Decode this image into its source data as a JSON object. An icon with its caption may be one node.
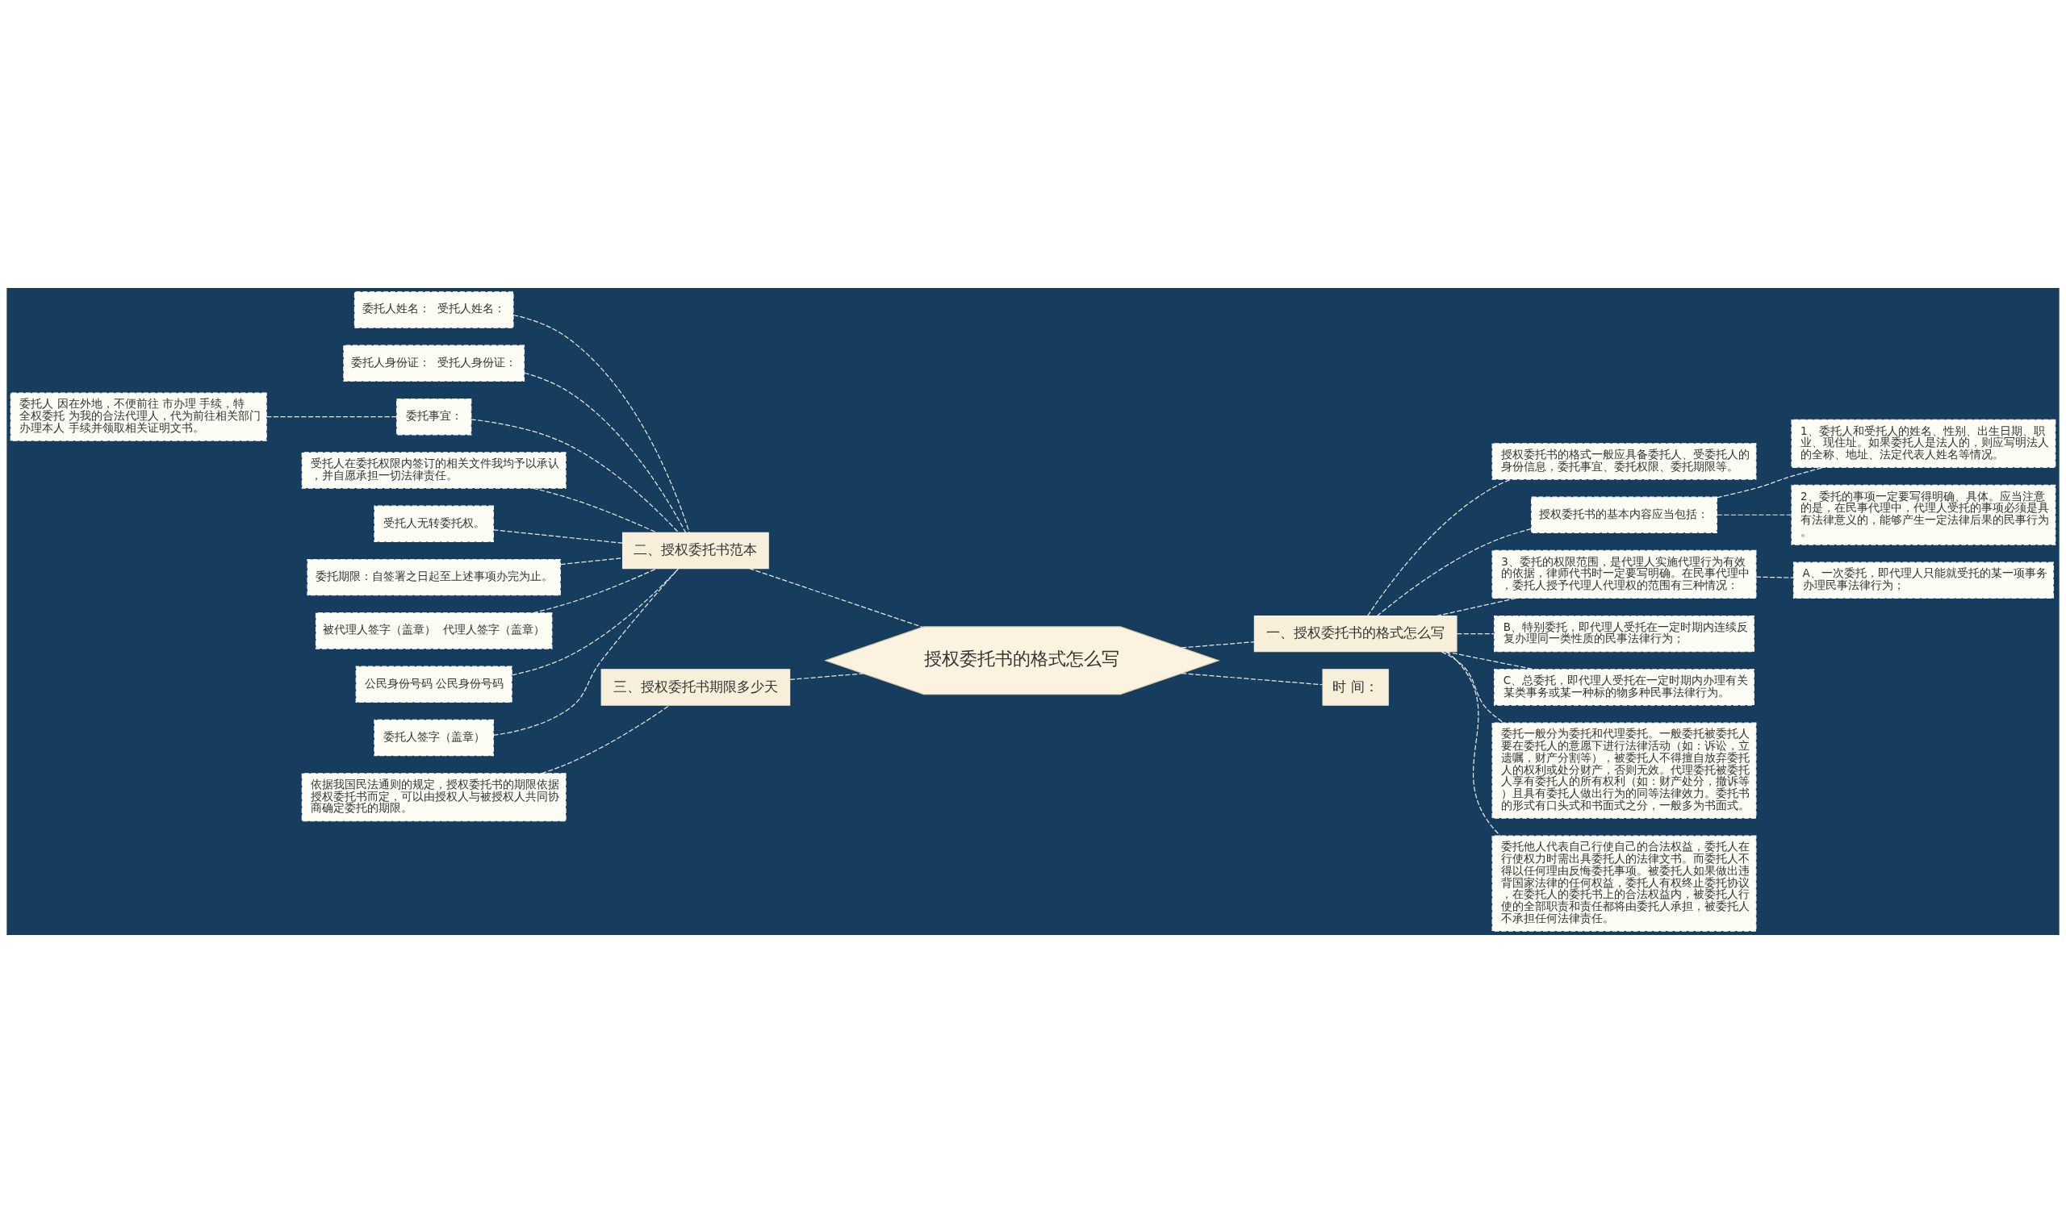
{
  "diagram": {
    "nodes": [
      {
        "text": [
          "授权委托书的格式怎么写"
        ]
      },
      {
        "text": [
          "一、授权委托书的格式怎么写"
        ]
      },
      {
        "text": [
          "授权委托书的格式一般应具备委托人、受委托人的身份信息，委托事宜、委托权限、委托期限等。"
        ]
      },
      {
        "text": [
          "授权委托书的基本内容应当包括："
        ]
      },
      {
        "text": [
          "1、委托人和受托人的姓名、性别、出生日期、职业、现住址。如果委托人是法人的，则应写明法人的全称、地址、法定代表人姓名等情况。"
        ]
      },
      {
        "text": [
          "2、委托的事项一定要写得明确、具体。应当注意的是，在民事代理中，代理人受托的事项必须是具有法律意义的，能够产生一定法律后果的民事行为。"
        ]
      },
      {
        "text": [
          "3、委托的权限范围，是代理人实施代理行为有效的依据，律师代书时一定要写明确。在民事代理中，委托人授予代理人代理权的范围有三种情况："
        ]
      },
      {
        "text": [
          "A、一次委托，即代理人只能就受托的某一项事务办理民事法律行为；"
        ]
      },
      {
        "text": [
          "B、特别委托，即代理人受托在一定时期内连续反复办理同一类性质的民事法律行为；"
        ]
      },
      {
        "text": [
          "C、总委托，即代理人受托在一定时期内办理有关某类事务或某一种标的物多种民事法律行为。"
        ]
      },
      {
        "text": [
          "委托一般分为委托和代理委托。一般委托被委托人要在委托人的意愿下进行法律活动（如：诉讼，立遗嘱，财产分割等），被委托人不得擅自放弃委托人的权利或处分财产，否则无效。代理委托被委托人享有委托人的所有权利（如：财产处分，撤诉等）且具有委托人做出行为的同等法律效力。委托书的形式有口头式和书面式之分，一般多为书面式。"
        ]
      },
      {
        "text": [
          "委托他人代表自己行使自己的合法权益，委托人在行使权力时需出具委托人的法律文书。而委托人不得以任何理由反悔委托事项。被委托人如果做出违背国家法律的任何权益，委托人有权终止委托协议，在委托人的委托书上的合法权益内，被委托人行使的全部职责和责任都将由委托人承担，被委托人不承担任何法律责任。"
        ]
      },
      {
        "text": [
          "时 间："
        ]
      },
      {
        "text": [
          "二、授权委托书范本"
        ]
      },
      {
        "text": [
          "委托人姓名：  受托人姓名："
        ]
      },
      {
        "text": [
          "委托人身份证：  受托人身份证："
        ]
      },
      {
        "text": [
          "委托事宜："
        ]
      },
      {
        "text": [
          "委托人 因在外地，不便前往 市办理 手续，特全权委托 为我的合法代理人，代为前往相关部门办理本人 手续并领取相关证明文书。"
        ]
      },
      {
        "text": [
          "受托人在委托权限内签订的相关文件我均予以承认，并自愿承担一切法律责任。"
        ]
      },
      {
        "text": [
          "受托人无转委托权。"
        ]
      },
      {
        "text": [
          "委托期限：自签署之日起至上述事项办完为止。"
        ]
      },
      {
        "text": [
          "被代理人签字（盖章）  代理人签字（盖章）"
        ]
      },
      {
        "text": [
          "公民身份号码 公民身份号码"
        ]
      },
      {
        "text": [
          "委托人签字（盖章）"
        ]
      },
      {
        "text": [
          "三、授权委托书期限多少天"
        ]
      },
      {
        "text": [
          "依据我国民法通则的规定，授权委托书的期限依据授权委托书而定，可以由授权人与被授权人共同协商确定委托的期限。"
        ]
      }
    ],
    "edges": [
      {
        "from": 0,
        "to": 1,
        "arrow": "none",
        "style": "dashed"
      },
      {
        "from": 1,
        "to": 2,
        "arrow": "none",
        "style": "dashed"
      },
      {
        "from": 1,
        "to": 3,
        "arrow": "none",
        "style": "dashed"
      },
      {
        "from": 3,
        "to": 4,
        "arrow": "none",
        "style": "dashed"
      },
      {
        "from": 3,
        "to": 5,
        "arrow": "none",
        "style": "dashed"
      },
      {
        "from": 1,
        "to": 6,
        "arrow": "none",
        "style": "dashed"
      },
      {
        "from": 6,
        "to": 7,
        "arrow": "none",
        "style": "dashed"
      },
      {
        "from": 1,
        "to": 8,
        "arrow": "none",
        "style": "dashed"
      },
      {
        "from": 1,
        "to": 9,
        "arrow": "none",
        "style": "dashed"
      },
      {
        "from": 1,
        "to": 10,
        "arrow": "none",
        "style": "dashed"
      },
      {
        "from": 1,
        "to": 11,
        "arrow": "none",
        "style": "dashed"
      },
      {
        "from": 0,
        "to": 12,
        "arrow": "none",
        "style": "dashed"
      },
      {
        "from": 0,
        "to": 13,
        "arrow": "none",
        "style": "dashed"
      },
      {
        "from": 13,
        "to": 14,
        "arrow": "none",
        "style": "dashed"
      },
      {
        "from": 13,
        "to": 15,
        "arrow": "none",
        "style": "dashed"
      },
      {
        "from": 13,
        "to": 16,
        "arrow": "none",
        "style": "dashed"
      },
      {
        "from": 16,
        "to": 17,
        "arrow": "none",
        "style": "dashed"
      },
      {
        "from": 13,
        "to": 18,
        "arrow": "none",
        "style": "dashed"
      },
      {
        "from": 13,
        "to": 19,
        "arrow": "none",
        "style": "dashed"
      },
      {
        "from": 13,
        "to": 20,
        "arrow": "none",
        "style": "dashed"
      },
      {
        "from": 13,
        "to": 21,
        "arrow": "none",
        "style": "dashed"
      },
      {
        "from": 13,
        "to": 22,
        "arrow": "none",
        "style": "dashed"
      },
      {
        "from": 13,
        "to": 23,
        "arrow": "none",
        "style": "dashed"
      },
      {
        "from": 0,
        "to": 24,
        "arrow": "none",
        "style": "dashed"
      },
      {
        "from": 24,
        "to": 25,
        "arrow": "none",
        "style": "dashed"
      }
    ]
  }
}
